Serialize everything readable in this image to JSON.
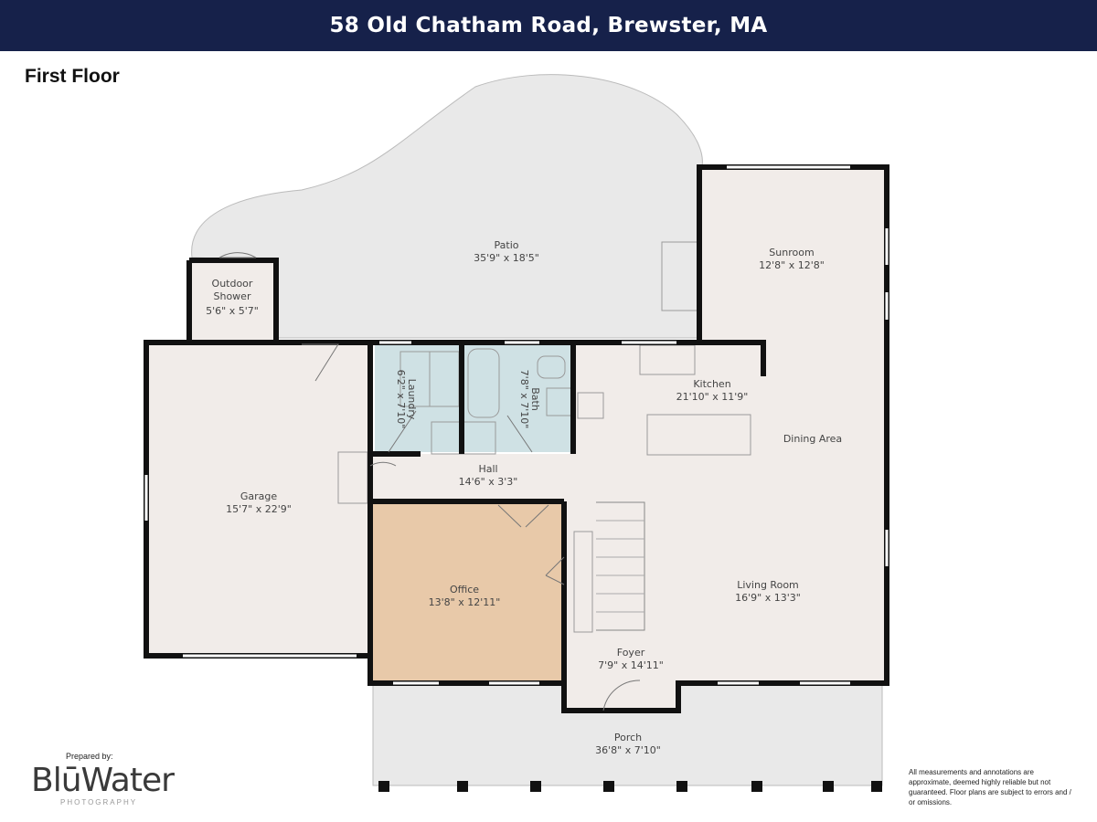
{
  "header": {
    "title": "58 Old Chatham Road, Brewster,  MA"
  },
  "floor": {
    "title": "First Floor"
  },
  "rooms": {
    "patio": {
      "name": "Patio",
      "dims": "35'9\" x 18'5\""
    },
    "outdoor_shower": {
      "name_line1": "Outdoor",
      "name_line2": "Shower",
      "dims": "5'6\" x 5'7\""
    },
    "sunroom": {
      "name": "Sunroom",
      "dims": "12'8\" x 12'8\""
    },
    "laundry": {
      "name": "Laundry",
      "dims": "6'2\" x 7'10\""
    },
    "bath": {
      "name": "Bath",
      "dims": "7'8\" x 7'10\""
    },
    "kitchen": {
      "name": "Kitchen",
      "dims": "21'10\" x 11'9\""
    },
    "dining": {
      "name": "Dining Area"
    },
    "hall": {
      "name": "Hall",
      "dims": "14'6\" x 3'3\""
    },
    "garage": {
      "name": "Garage",
      "dims": "15'7\" x 22'9\""
    },
    "office": {
      "name": "Office",
      "dims": "13'8\" x 12'11\""
    },
    "living": {
      "name": "Living Room",
      "dims": "16'9\" x 13'3\""
    },
    "foyer": {
      "name": "Foyer",
      "dims": "7'9\" x 14'11\""
    },
    "porch": {
      "name": "Porch",
      "dims": "36'8\" x 7'10\""
    }
  },
  "branding": {
    "prepared_by": "Prepared by:",
    "name": "BlūWater",
    "sub": "PHOTOGRAPHY"
  },
  "disclaimer": "All measurements and annotations are approximate, deemed highly reliable but not guaranteed. Floor plans are subject to errors and / or omissions.",
  "colors": {
    "header_bg": "#16214a",
    "wall": "#111111",
    "exterior_fill": "#e9e9e9",
    "interior_fill": "#f1ece9",
    "wet_room_fill": "#cfe1e4",
    "office_fill": "#e8c9a9"
  }
}
